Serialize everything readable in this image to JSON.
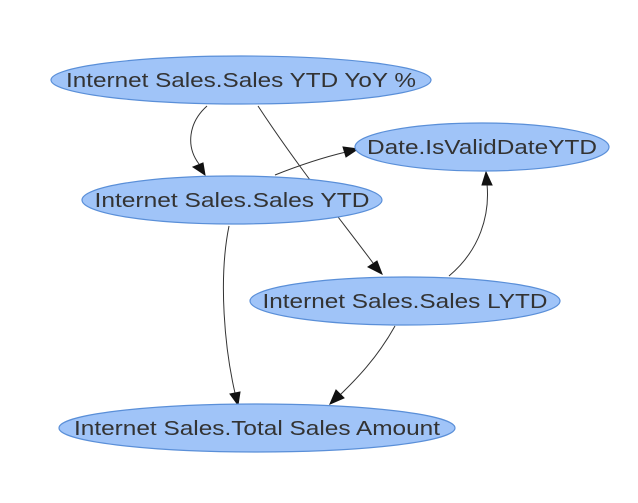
{
  "diagram": {
    "nodes": [
      {
        "id": "yoy",
        "label": "Internet Sales.Sales YTD YoY %"
      },
      {
        "id": "valid",
        "label": "Date.IsValidDateYTD"
      },
      {
        "id": "ytd",
        "label": "Internet Sales.Sales YTD"
      },
      {
        "id": "lytd",
        "label": "Internet Sales.Sales LYTD"
      },
      {
        "id": "total",
        "label": "Internet Sales.Total Sales Amount"
      }
    ],
    "edges": [
      {
        "from": "yoy",
        "to": "ytd"
      },
      {
        "from": "yoy",
        "to": "lytd"
      },
      {
        "from": "ytd",
        "to": "valid"
      },
      {
        "from": "ytd",
        "to": "total"
      },
      {
        "from": "lytd",
        "to": "valid"
      },
      {
        "from": "lytd",
        "to": "total"
      }
    ],
    "colors": {
      "node_fill": "#a0c4f8",
      "node_stroke": "#5a8fd8",
      "edge": "#333333",
      "text": "#333333"
    }
  }
}
